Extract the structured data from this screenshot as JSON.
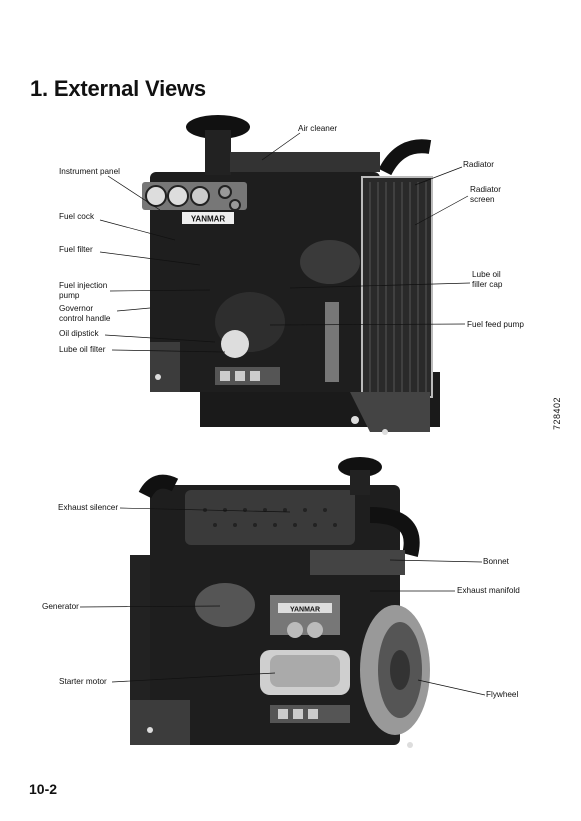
{
  "title": "1. External Views",
  "side_code": "728402",
  "page_number": "10-2",
  "top_view_labels": {
    "air_cleaner": "Air cleaner",
    "instrument_panel": "Instrument panel",
    "fuel_cock": "Fuel cock",
    "fuel_filter": "Fuel filter",
    "fuel_injection_pump_1": "Fuel injection",
    "fuel_injection_pump_2": "pump",
    "governor_control_handle_1": "Governor",
    "governor_control_handle_2": "control handle",
    "oil_dipstick": "Oil dipstick",
    "lube_oil_filter": "Lube oil filter",
    "radiator": "Radiator",
    "radiator_screen_1": "Radiator",
    "radiator_screen_2": "screen",
    "lube_oil_filler_cap_1": "Lube oil",
    "lube_oil_filler_cap_2": "filler cap",
    "fuel_feed_pump": "Fuel feed pump",
    "brand_plate": "YANMAR"
  },
  "bottom_view_labels": {
    "exhaust_silencer": "Exhaust silencer",
    "generator": "Generator",
    "starter_motor": "Starter motor",
    "bonnet": "Bonnet",
    "exhaust_manifold": "Exhaust manifold",
    "flywheel": "Flywheel",
    "brand_plate": "YANMAR"
  }
}
